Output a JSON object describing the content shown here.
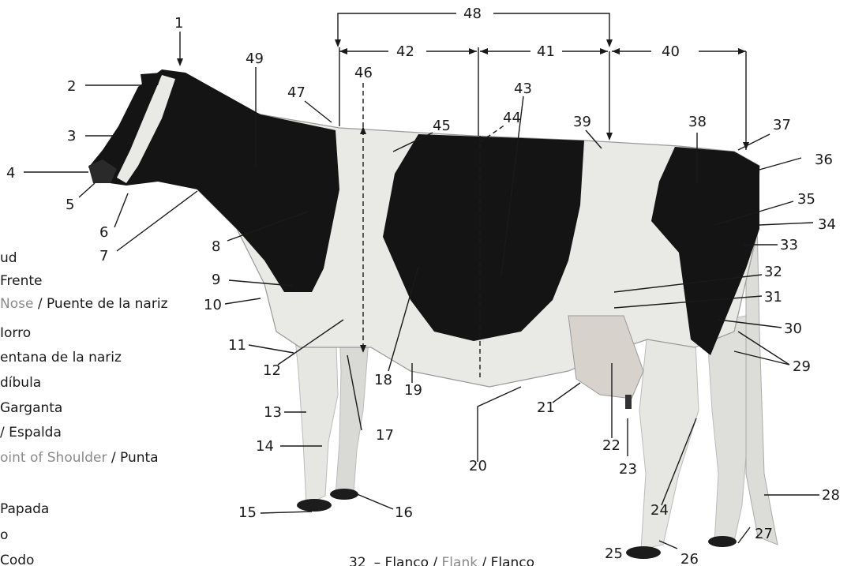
{
  "labels": {
    "n1": "1",
    "n2": "2",
    "n3": "3",
    "n4": "4",
    "n5": "5",
    "n6": "6",
    "n7": "7",
    "n8": "8",
    "n9": "9",
    "n10": "10",
    "n11": "11",
    "n12": "12",
    "n13": "13",
    "n14": "14",
    "n15": "15",
    "n16": "16",
    "n17": "17",
    "n18": "18",
    "n19": "19",
    "n20": "20",
    "n21": "21",
    "n22": "22",
    "n23": "23",
    "n24": "24",
    "n25": "25",
    "n26": "26",
    "n27": "27",
    "n28": "28",
    "n29": "29",
    "n30": "30",
    "n31": "31",
    "n32": "32",
    "n33": "33",
    "n34": "34",
    "n35": "35",
    "n36": "36",
    "n37": "37",
    "n38": "38",
    "n39": "39",
    "n40": "40",
    "n41": "41",
    "n42": "42",
    "n43": "43",
    "n44": "44",
    "n45": "45",
    "n46": "46",
    "n47": "47",
    "n48": "48",
    "n49": "49"
  },
  "legend": {
    "l1": "ud",
    "l2": "Frente",
    "l3_en": "Nose",
    "l3_es": " / Puente de la nariz",
    "l4": "Iorro",
    "l5": "entana de la nariz",
    "l6": "díbula",
    "l7": "Garganta",
    "l8": "/ Espalda",
    "l9_en": "oint of Shoulder",
    "l9_es": " / Punta",
    "l10": "Papada",
    "l11": "o",
    "l12": "Codo",
    "bottom_num": "32",
    "bottom_es1": "– Flanco /",
    "bottom_en": " Flank",
    "bottom_es2": " / Flanco"
  },
  "colors": {
    "black_patch": "#141414",
    "white_coat": "#e9e9e6",
    "hoof": "#1c1c1c",
    "line": "#1a1a1a"
  }
}
